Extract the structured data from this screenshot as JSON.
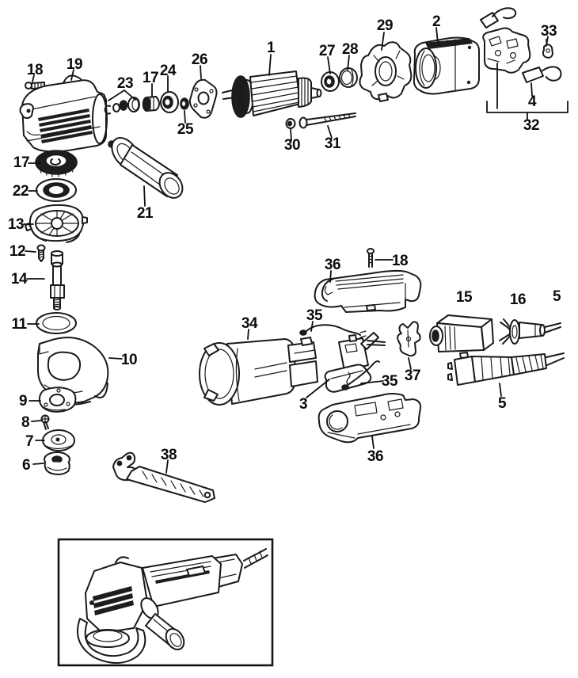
{
  "canvas": {
    "background": "#ffffff",
    "ink": "#1a1a1a"
  },
  "diagram": {
    "labels": {
      "n18_top": "18",
      "n19": "19",
      "n23": "23",
      "n17_top": "17",
      "n24": "24",
      "n26": "26",
      "n25": "25",
      "n1": "1",
      "n27": "27",
      "n28": "28",
      "n29": "29",
      "n2": "2",
      "n33": "33",
      "n4": "4",
      "n32": "32",
      "n30": "30",
      "n31": "31",
      "n17_left": "17",
      "n22": "22",
      "n13": "13",
      "n12": "12",
      "n14": "14",
      "n11": "11",
      "n21": "21",
      "n10": "10",
      "n9": "9",
      "n8": "8",
      "n7": "7",
      "n6": "6",
      "n38": "38",
      "n36_top": "36",
      "n18_mid": "18",
      "n35_upper": "35",
      "n34": "34",
      "n3": "3",
      "n35_lower": "35",
      "n37": "37",
      "n36_bottom": "36",
      "n15": "15",
      "n16": "16",
      "n5_top": "5",
      "n5_bottom": "5"
    }
  }
}
